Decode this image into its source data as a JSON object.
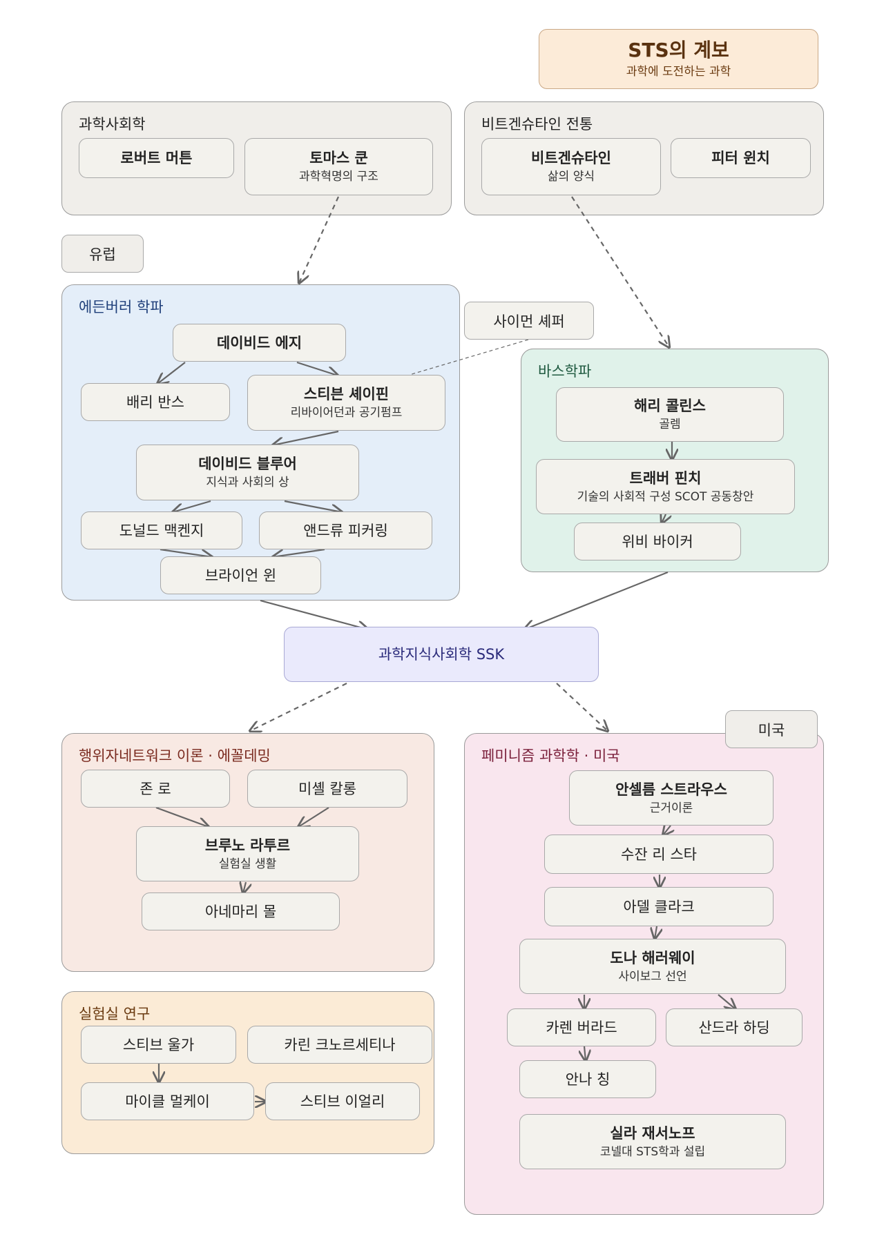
{
  "title": {
    "main": "STS의 계보",
    "sub": "과학에 도전하는 과학"
  },
  "groups": {
    "sociology": "과학사회학",
    "wittgenstein": "비트겐슈타인 전통",
    "edinburgh": "에든버러 학파",
    "bath": "바스학파",
    "ant": "행위자네트워크 이론 · 에꼴데밍",
    "lab": "실험실 연구",
    "feminism": "페미니즘 과학학 · 미국"
  },
  "tags": {
    "europe": "유럽",
    "usa": "미국",
    "shapin_link": "사이먼 셰퍼"
  },
  "nodes": {
    "merton": {
      "name": "로버트 머튼"
    },
    "kuhn": {
      "name": "토마스 쿤",
      "work": "과학혁명의 구조"
    },
    "wittgenstein": {
      "name": "비트겐슈타인",
      "work": "삶의 양식"
    },
    "winch": {
      "name": "피터 윈치"
    },
    "edge": {
      "name": "데이비드 에지"
    },
    "barnes": {
      "name": "배리 반스"
    },
    "shapin": {
      "name": "스티븐 셰이핀",
      "work": "리바이어던과 공기펌프"
    },
    "bloor": {
      "name": "데이비드 블루어",
      "work": "지식과 사회의 상"
    },
    "mackenzie": {
      "name": "도널드 맥켄지"
    },
    "pickering": {
      "name": "앤드류 피커링"
    },
    "wynne": {
      "name": "브라이언 윈"
    },
    "collins": {
      "name": "해리 콜린스",
      "work": "골렘"
    },
    "pinch": {
      "name": "트래버 핀치",
      "work": "기술의 사회적 구성 SCOT 공동창안"
    },
    "bijker": {
      "name": "위비 바이커"
    },
    "ssk": {
      "name": "과학지식사회학 SSK"
    },
    "law": {
      "name": "존 로"
    },
    "callon": {
      "name": "미셸 칼롱"
    },
    "latour": {
      "name": "브루노 라투르",
      "work": "실험실 생활"
    },
    "mol": {
      "name": "아네마리 몰"
    },
    "woolgar": {
      "name": "스티브 울가"
    },
    "knorr": {
      "name": "카린 크노르세티나"
    },
    "mulkay": {
      "name": "마이클 멀케이"
    },
    "yearley": {
      "name": "스티브 이얼리"
    },
    "strauss": {
      "name": "안셀름 스트라우스",
      "work": "근거이론"
    },
    "star": {
      "name": "수잔 리 스타"
    },
    "clarke": {
      "name": "아델 클라크"
    },
    "haraway": {
      "name": "도나 해러웨이",
      "work": "사이보그 선언"
    },
    "barad": {
      "name": "카렌 버라드"
    },
    "harding": {
      "name": "산드라 하딩"
    },
    "chang": {
      "name": "안나 칭"
    },
    "jasanoff": {
      "name": "실라 재서노프",
      "work": "코넬대 STS학과 설립"
    }
  },
  "colors": {
    "edinburgh_bg": "#e4eef9",
    "edinburgh_label": "#1f3f7a",
    "bath_bg": "#e0f2ea",
    "bath_label": "#1f5a40",
    "ant_bg": "#f8e9e3",
    "ant_label": "#7a2a1f",
    "lab_bg": "#fbebd6",
    "lab_label": "#6a3a10",
    "feminism_bg": "#f9e6ee",
    "feminism_label": "#7a1f3a",
    "ssk_bg": "#eaeafc",
    "ssk_label": "#2a2a7a",
    "title_bg": "#fcebd8",
    "title_fg": "#5a3210",
    "neutral_bg": "#f0eeea",
    "edge": "#666666"
  }
}
